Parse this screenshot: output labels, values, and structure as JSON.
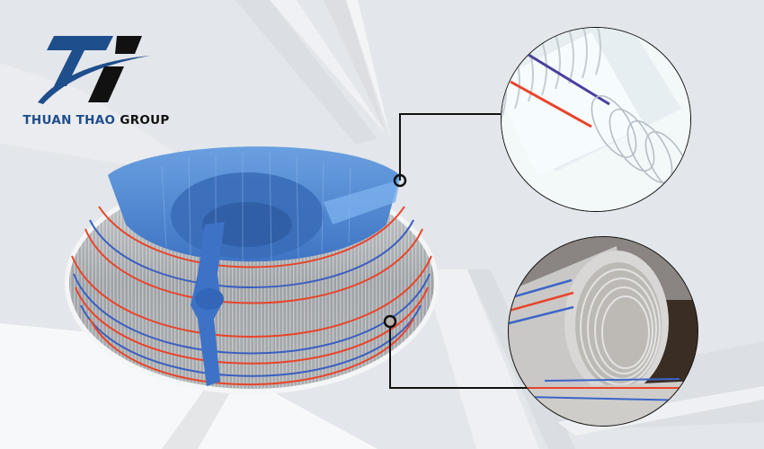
{
  "brand": {
    "name_part1": "THUAN THAO",
    "name_part2": "GROUP",
    "primary_color": "#1f4e8c",
    "secondary_color": "#111111",
    "logo_icon": "stylized-t-swoosh-logo"
  },
  "product": {
    "subject": "PVC steel wire reinforced transparent hose coil",
    "wrap_color": "#4a86d4",
    "stripe_colors": {
      "red": "#e8442a",
      "blue": "#3b5fc0"
    }
  },
  "callouts": [
    {
      "id": "detail-top",
      "subject": "hose-end-with-exposed-steel-spiral"
    },
    {
      "id": "detail-bottom",
      "subject": "hose-cross-section-close-up"
    }
  ],
  "background": {
    "base": "#e3e6ea",
    "light": "#f6f7f9"
  }
}
